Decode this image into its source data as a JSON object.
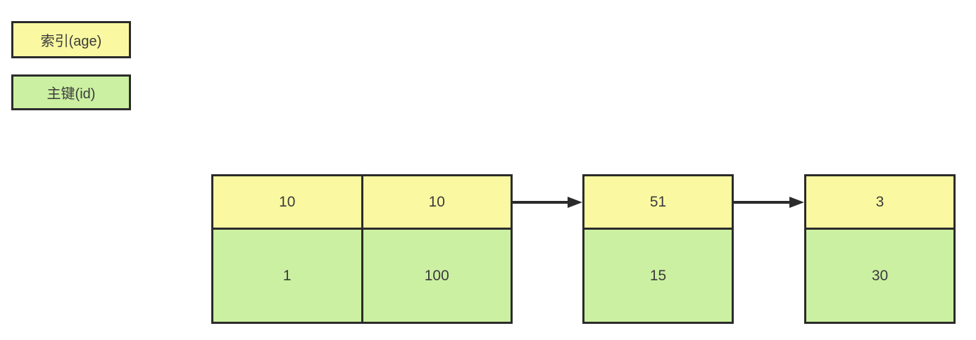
{
  "legend": {
    "index_label": "索引(age)",
    "primary_key_label": "主键(id)"
  },
  "colors": {
    "index_fill": "#faf9a1",
    "primary_key_fill": "#cbf0a1",
    "border": "#2b2b2b",
    "text": "#3b3b3b"
  },
  "nodes": [
    {
      "name": "node-1",
      "columns": [
        {
          "index": "10",
          "id": "1"
        },
        {
          "index": "10",
          "id": "100"
        }
      ]
    },
    {
      "name": "node-2",
      "columns": [
        {
          "index": "51",
          "id": "15"
        }
      ]
    },
    {
      "name": "node-3",
      "columns": [
        {
          "index": "3",
          "id": "30"
        }
      ]
    }
  ]
}
